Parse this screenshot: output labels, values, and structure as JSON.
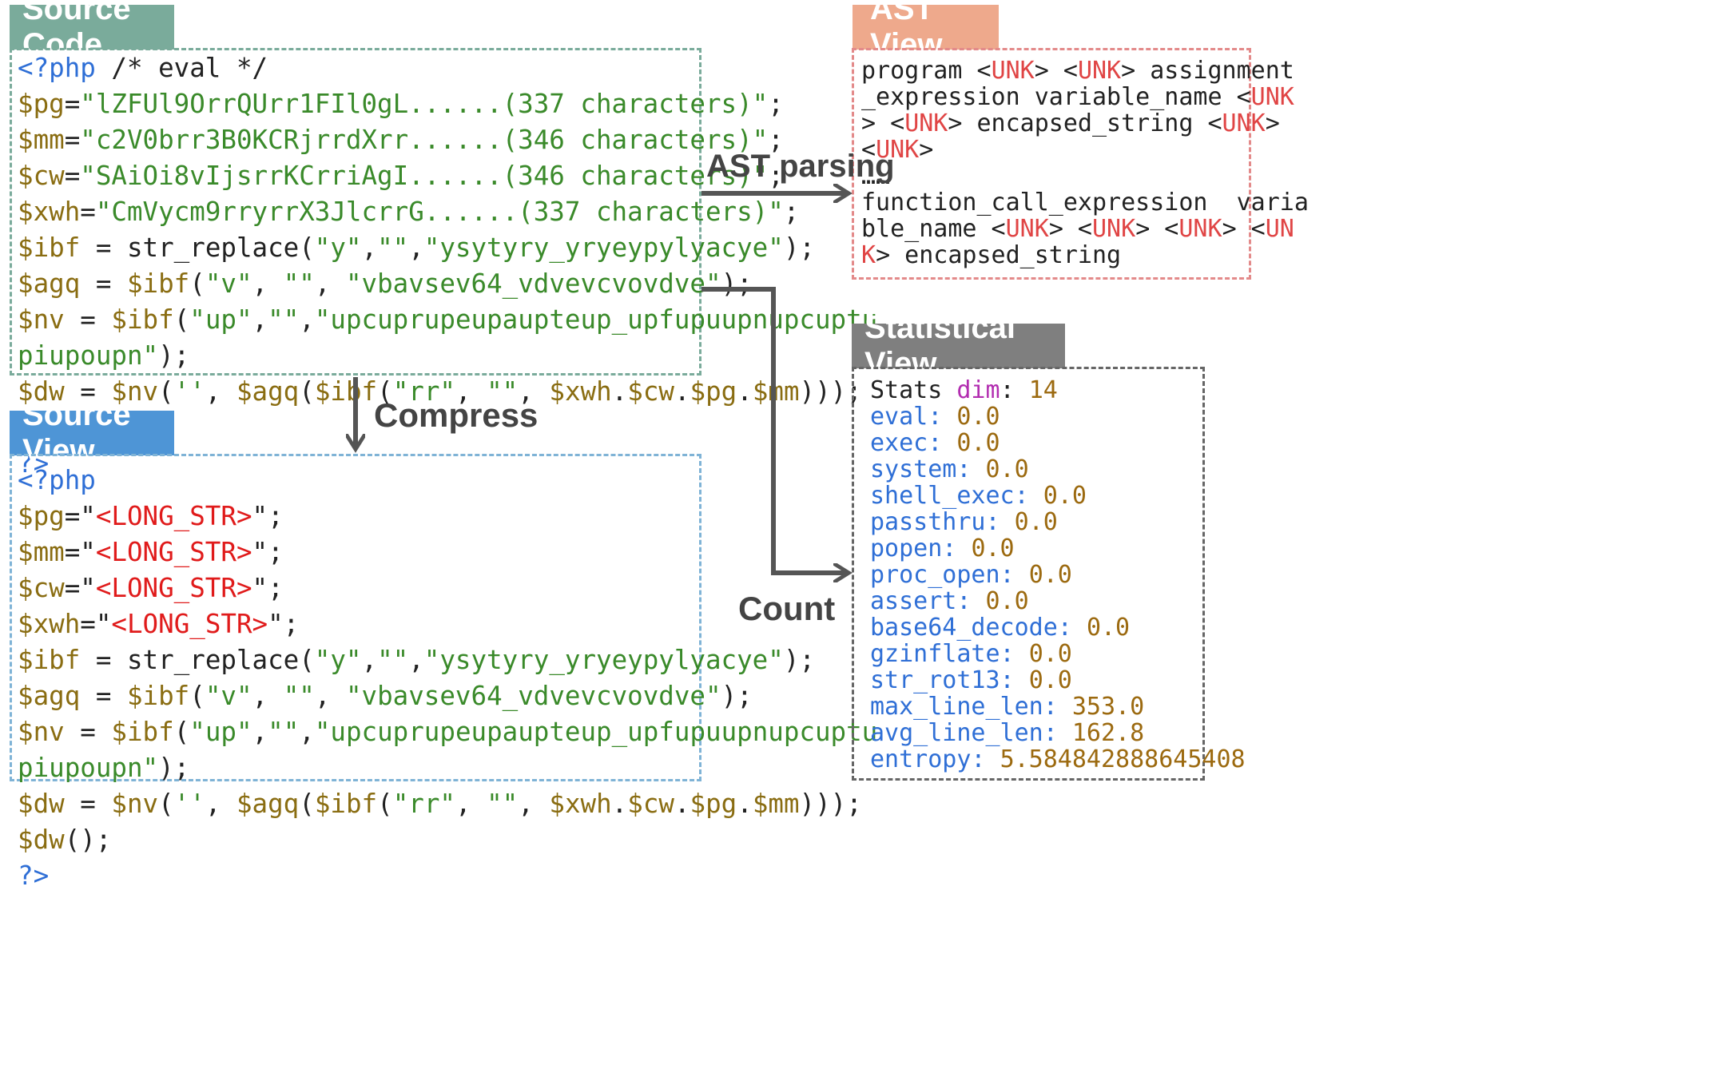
{
  "panels": {
    "source_code": {
      "title": "Source Code",
      "color": "#7aab9b"
    },
    "source_view": {
      "title": "Source View",
      "color": "#4e95d6"
    },
    "ast_view": {
      "title": "AST View",
      "color": "#eea98c"
    },
    "statistical_view": {
      "title": "Statistical View",
      "color": "#7f7f7f"
    }
  },
  "arrows": {
    "ast_parsing": "AST parsing",
    "compress": "Compress",
    "count": "Count"
  },
  "source_code": [
    [
      [
        "<?php",
        "kw"
      ],
      [
        " /* eval */",
        ""
      ]
    ],
    [
      [
        "$pg",
        "var"
      ],
      [
        "=",
        ""
      ],
      [
        "\"lZFUl9OrrQUrr1FIl0gL......(337 characters)\"",
        "str"
      ],
      [
        ";",
        ""
      ]
    ],
    [
      [
        "$mm",
        "var"
      ],
      [
        "=",
        ""
      ],
      [
        "\"c2V0brr3B0KCRjrrdXrr......(346 characters)\"",
        "str"
      ],
      [
        ";",
        ""
      ]
    ],
    [
      [
        "$cw",
        "var"
      ],
      [
        "=",
        ""
      ],
      [
        "\"SAiOi8vIjsrrKCrriAgI......(346 characters)\"",
        "str"
      ],
      [
        ";",
        ""
      ]
    ],
    [
      [
        "$xwh",
        "var"
      ],
      [
        "=",
        ""
      ],
      [
        "\"CmVycm9rryrrX3JlcrrG......(337 characters)\"",
        "str"
      ],
      [
        ";",
        ""
      ]
    ],
    [
      [
        "$ibf",
        "var"
      ],
      [
        " = str_replace(",
        ""
      ],
      [
        "\"y\"",
        "str"
      ],
      [
        ",",
        ""
      ],
      [
        "\"\"",
        "str"
      ],
      [
        ",",
        ""
      ],
      [
        "\"ysytyry_yryeypylyacye\"",
        "str"
      ],
      [
        ");",
        ""
      ]
    ],
    [
      [
        "$agq",
        "var"
      ],
      [
        " = ",
        ""
      ],
      [
        "$ibf",
        "var"
      ],
      [
        "(",
        ""
      ],
      [
        "\"v\"",
        "str"
      ],
      [
        ", ",
        ""
      ],
      [
        "\"\"",
        "str"
      ],
      [
        ", ",
        ""
      ],
      [
        "\"vbavsev64_vdvevcvovdve\"",
        "str"
      ],
      [
        ");",
        ""
      ]
    ],
    [
      [
        "$nv",
        "var"
      ],
      [
        " = ",
        ""
      ],
      [
        "$ibf",
        "var"
      ],
      [
        "(",
        ""
      ],
      [
        "\"up\"",
        "str"
      ],
      [
        ",",
        ""
      ],
      [
        "\"\"",
        "str"
      ],
      [
        ",",
        ""
      ],
      [
        "\"upcuprupeupaupteup_upfupuupnupcuptu",
        "str"
      ]
    ],
    [
      [
        "piupoupn\"",
        "str"
      ],
      [
        ");",
        ""
      ]
    ],
    [
      [
        "$dw",
        "var"
      ],
      [
        " = ",
        ""
      ],
      [
        "$nv",
        "var"
      ],
      [
        "(",
        ""
      ],
      [
        "''",
        "str"
      ],
      [
        ", ",
        ""
      ],
      [
        "$agq",
        "var"
      ],
      [
        "(",
        ""
      ],
      [
        "$ibf",
        "var"
      ],
      [
        "(",
        ""
      ],
      [
        "\"rr\"",
        "str"
      ],
      [
        ", ",
        ""
      ],
      [
        "\"\"",
        "str"
      ],
      [
        ", ",
        ""
      ],
      [
        "$xwh",
        "var"
      ],
      [
        ".",
        ""
      ],
      [
        "$cw",
        "var"
      ],
      [
        ".",
        ""
      ],
      [
        "$pg",
        "var"
      ],
      [
        ".",
        ""
      ],
      [
        "$mm",
        "var"
      ],
      [
        ")));",
        ""
      ]
    ],
    [
      [
        "$dw",
        "var"
      ],
      [
        "();",
        ""
      ]
    ],
    [
      [
        "?>",
        "kw"
      ]
    ]
  ],
  "source_view": [
    [
      [
        "<?php",
        "kw"
      ]
    ],
    [
      [
        "$pg",
        "var"
      ],
      [
        "=\"",
        ""
      ],
      [
        "<LONG_STR>",
        "red"
      ],
      [
        "\";",
        ""
      ]
    ],
    [
      [
        "$mm",
        "var"
      ],
      [
        "=\"",
        ""
      ],
      [
        "<LONG_STR>",
        "red"
      ],
      [
        "\";",
        ""
      ]
    ],
    [
      [
        "$cw",
        "var"
      ],
      [
        "=\"",
        ""
      ],
      [
        "<LONG_STR>",
        "red"
      ],
      [
        "\";",
        ""
      ]
    ],
    [
      [
        "$xwh",
        "var"
      ],
      [
        "=\"",
        ""
      ],
      [
        "<LONG_STR>",
        "red"
      ],
      [
        "\";",
        ""
      ]
    ],
    [
      [
        "$ibf",
        "var"
      ],
      [
        " = str_replace(",
        ""
      ],
      [
        "\"y\"",
        "str"
      ],
      [
        ",",
        ""
      ],
      [
        "\"\"",
        "str"
      ],
      [
        ",",
        ""
      ],
      [
        "\"ysytyry_yryeypylyacye\"",
        "str"
      ],
      [
        ");",
        ""
      ]
    ],
    [
      [
        "$agq",
        "var"
      ],
      [
        " = ",
        ""
      ],
      [
        "$ibf",
        "var"
      ],
      [
        "(",
        ""
      ],
      [
        "\"v\"",
        "str"
      ],
      [
        ", ",
        ""
      ],
      [
        "\"\"",
        "str"
      ],
      [
        ", ",
        ""
      ],
      [
        "\"vbavsev64_vdvevcvovdve\"",
        "str"
      ],
      [
        ");",
        ""
      ]
    ],
    [
      [
        "$nv",
        "var"
      ],
      [
        " = ",
        ""
      ],
      [
        "$ibf",
        "var"
      ],
      [
        "(",
        ""
      ],
      [
        "\"up\"",
        "str"
      ],
      [
        ",",
        ""
      ],
      [
        "\"\"",
        "str"
      ],
      [
        ",",
        ""
      ],
      [
        "\"upcuprupeupaupteup_upfupuupnupcuptu",
        "str"
      ]
    ],
    [
      [
        "piupoupn\"",
        "str"
      ],
      [
        ");",
        ""
      ]
    ],
    [
      [
        "$dw",
        "var"
      ],
      [
        " = ",
        ""
      ],
      [
        "$nv",
        "var"
      ],
      [
        "(",
        ""
      ],
      [
        "''",
        "str"
      ],
      [
        ", ",
        ""
      ],
      [
        "$agq",
        "var"
      ],
      [
        "(",
        ""
      ],
      [
        "$ibf",
        "var"
      ],
      [
        "(",
        ""
      ],
      [
        "\"rr\"",
        "str"
      ],
      [
        ", ",
        ""
      ],
      [
        "\"\"",
        "str"
      ],
      [
        ", ",
        ""
      ],
      [
        "$xwh",
        "var"
      ],
      [
        ".",
        ""
      ],
      [
        "$cw",
        "var"
      ],
      [
        ".",
        ""
      ],
      [
        "$pg",
        "var"
      ],
      [
        ".",
        ""
      ],
      [
        "$mm",
        "var"
      ],
      [
        ")));",
        ""
      ]
    ],
    [
      [
        "$dw",
        "var"
      ],
      [
        "();",
        ""
      ]
    ],
    [
      [
        "?>",
        "kw"
      ]
    ]
  ],
  "ast_view": [
    [
      [
        "program <",
        ""
      ],
      [
        "UNK",
        "unk"
      ],
      [
        "> <",
        ""
      ],
      [
        "UNK",
        "unk"
      ],
      [
        "> assignment",
        ""
      ]
    ],
    [
      [
        "_expression variable_name <",
        ""
      ],
      [
        "UNK",
        "unk"
      ]
    ],
    [
      [
        "> <",
        ""
      ],
      [
        "UNK",
        "unk"
      ],
      [
        "> encapsed_string <",
        ""
      ],
      [
        "UNK",
        "unk"
      ],
      [
        ">",
        ""
      ]
    ],
    [
      [
        "<",
        ""
      ],
      [
        "UNK",
        "unk"
      ],
      [
        ">",
        ""
      ]
    ],
    [
      [
        "……",
        ""
      ]
    ],
    [
      [
        "function_call_expression  varia",
        ""
      ]
    ],
    [
      [
        "ble_name <",
        ""
      ],
      [
        "UNK",
        "unk"
      ],
      [
        "> <",
        ""
      ],
      [
        "UNK",
        "unk"
      ],
      [
        "> <",
        ""
      ],
      [
        "UNK",
        "unk"
      ],
      [
        "> <",
        ""
      ],
      [
        "UN",
        "unk"
      ]
    ],
    [
      [
        "K",
        "unk"
      ],
      [
        "> encapsed_string",
        ""
      ]
    ]
  ],
  "statistical_view": {
    "header": [
      [
        "Stats ",
        ""
      ],
      [
        "dim",
        "mag"
      ],
      [
        ": ",
        ""
      ],
      [
        "14",
        "num"
      ]
    ],
    "items": [
      {
        "key": "eval",
        "value": "0.0"
      },
      {
        "key": "exec",
        "value": "0.0"
      },
      {
        "key": "system",
        "value": "0.0"
      },
      {
        "key": "shell_exec",
        "value": "0.0"
      },
      {
        "key": "passthru",
        "value": "0.0"
      },
      {
        "key": "popen",
        "value": "0.0"
      },
      {
        "key": "proc_open",
        "value": "0.0"
      },
      {
        "key": "assert",
        "value": "0.0"
      },
      {
        "key": "base64_decode",
        "value": "0.0"
      },
      {
        "key": "gzinflate",
        "value": "0.0"
      },
      {
        "key": "str_rot13",
        "value": "0.0"
      },
      {
        "key": "max_line_len",
        "value": "353.0"
      },
      {
        "key": "avg_line_len",
        "value": "162.8"
      },
      {
        "key": "entropy",
        "value": "5.584842888645408"
      }
    ]
  }
}
